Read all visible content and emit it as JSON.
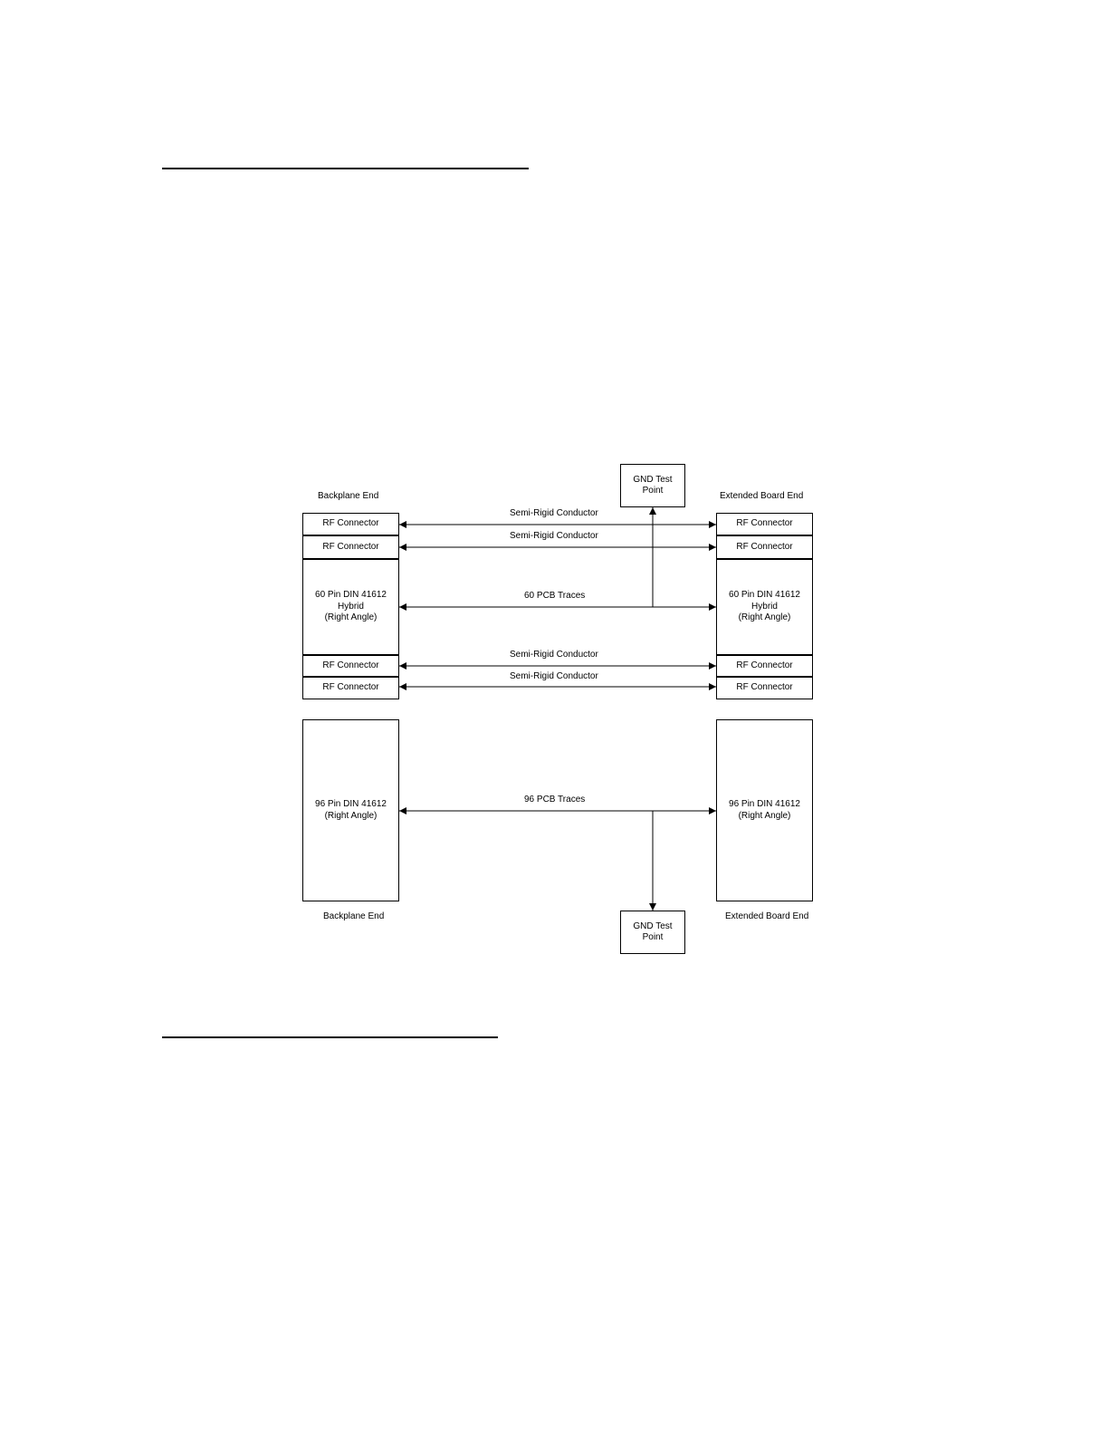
{
  "diagram": {
    "headers": {
      "backplane_top": "Backplane End",
      "extended_top": "Extended Board End",
      "backplane_bottom": "Backplane End",
      "extended_bottom": "Extended Board End"
    },
    "gnd_test_point": "GND Test\nPoint",
    "left_column": {
      "rf1": "RF Connector",
      "rf2": "RF Connector",
      "din60": "60 Pin DIN 41612\nHybrid\n(Right Angle)",
      "rf3": "RF Connector",
      "rf4": "RF Connector",
      "din96": "96 Pin DIN 41612\n(Right Angle)"
    },
    "right_column": {
      "rf1": "RF Connector",
      "rf2": "RF Connector",
      "din60": "60 Pin DIN 41612\nHybrid\n(Right Angle)",
      "rf3": "RF Connector",
      "rf4": "RF Connector",
      "din96": "96 Pin DIN 41612\n(Right Angle)"
    },
    "links": {
      "semi1": "Semi-Rigid Conductor",
      "semi2": "Semi-Rigid Conductor",
      "pcb60": "60 PCB Traces",
      "semi3": "Semi-Rigid Conductor",
      "semi4": "Semi-Rigid Conductor",
      "pcb96": "96 PCB Traces"
    }
  }
}
